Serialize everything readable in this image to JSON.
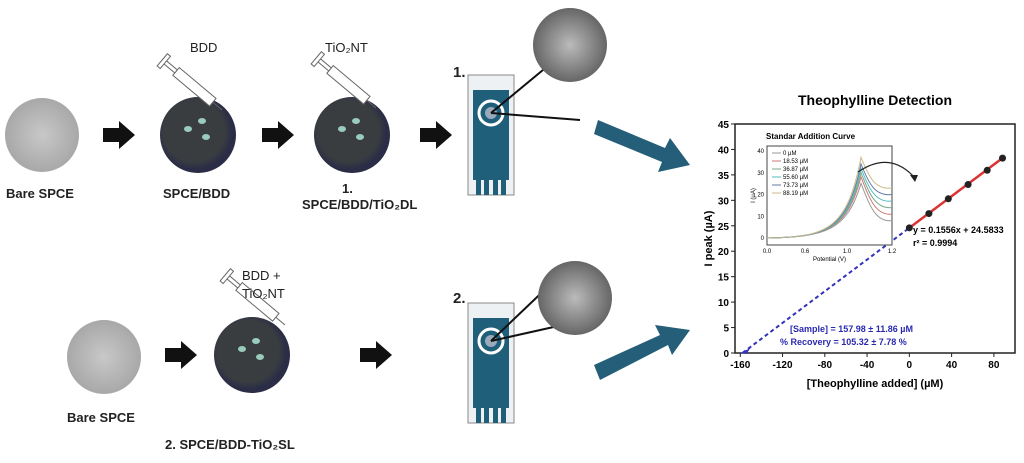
{
  "labels": {
    "bare1": "Bare SPCE",
    "spce_bdd": "SPCE/BDD",
    "step1_num": "1.",
    "step1": "SPCE/BDD/TiO₂DL",
    "bdd": "BDD",
    "tio2nt": "TiO₂NT",
    "route1": "1.",
    "route2": "2.",
    "bare2": "Bare SPCE",
    "bdd_tio2": "BDD +",
    "tio2nt2": "TiO₂NT",
    "step2": "2. SPCE/BDD-TiO₂SL"
  },
  "chart_data": {
    "type": "scatter",
    "title": "Theophylline Detection",
    "xlabel": "[Theophylline added] (µM)",
    "ylabel": "I peak (µA)",
    "xlim": [
      -165,
      100
    ],
    "ylim": [
      0,
      45
    ],
    "xticks": [
      -160,
      -120,
      -80,
      -40,
      0,
      40,
      80
    ],
    "yticks": [
      0,
      5,
      10,
      15,
      20,
      25,
      30,
      35,
      40,
      45
    ],
    "x": [
      0,
      18.5,
      36.9,
      55.6,
      73.7,
      88.2
    ],
    "y": [
      24.6,
      27.4,
      30.3,
      33.1,
      35.9,
      38.3
    ],
    "fit_equation": "y = 0.1556x + 24.5833",
    "r2": "r² = 0.9994",
    "sample": "[Sample] = 157.98 ± 11.86 µM",
    "recovery": "% Recovery = 105.32 ± 7.78 %",
    "inset": {
      "title": "Standar Addition Curve",
      "xlabel": "Potential (V)",
      "ylabel": "I (µA)",
      "xticks": [
        "0.0",
        "0.6",
        "1.0",
        "1.2"
      ],
      "yticks": [
        "0",
        "10",
        "20",
        "30",
        "40"
      ],
      "legend": [
        "0 µM",
        "18.53 µM",
        "36.87 µM",
        "55.60 µM",
        "73.73 µM",
        "88.19 µM"
      ],
      "colors": [
        "#999",
        "#c77",
        "#7a8",
        "#5bb",
        "#67a",
        "#cb8"
      ],
      "peaks": [
        26,
        29,
        31,
        33,
        35,
        38
      ]
    }
  },
  "colors": {
    "electrode": "#1f5f7a",
    "arrow": "#245e78",
    "fit": "#d33",
    "extrap": "#33b",
    "text_blue": "#2a2ab0"
  }
}
